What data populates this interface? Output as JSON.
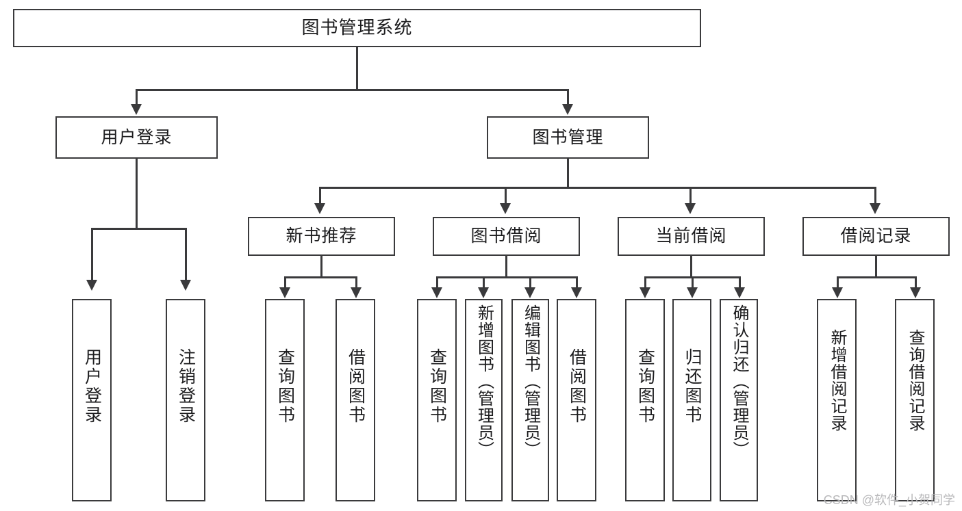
{
  "diagram": {
    "type": "tree-hierarchy",
    "title": "图书管理系统",
    "orientation": "top-down",
    "colors": {
      "stroke": "#3a3a3c",
      "fill": "#ffffff",
      "text": "#1c1c1e",
      "watermark": "#b9b9bb"
    },
    "levels": {
      "root": [
        "图书管理系统"
      ],
      "level2": [
        "用户登录",
        "图书管理"
      ],
      "level3": [
        "新书推荐",
        "图书借阅",
        "当前借阅",
        "借阅记录"
      ],
      "leaves": [
        "用户登录",
        "注销登录",
        "查询图书",
        "借阅图书",
        "查询图书",
        "新增图书（管理员）",
        "编辑图书（管理员）",
        "借阅图书",
        "查询图书",
        "归还图书",
        "确认归还（管理员）",
        "新增借阅记录",
        "查询借阅记录"
      ]
    },
    "edges": [
      {
        "from": "图书管理系统",
        "to": "用户登录"
      },
      {
        "from": "图书管理系统",
        "to": "图书管理"
      },
      {
        "from": "用户登录",
        "to": "用户登录(叶)"
      },
      {
        "from": "用户登录",
        "to": "注销登录"
      },
      {
        "from": "图书管理",
        "to": "新书推荐"
      },
      {
        "from": "图书管理",
        "to": "图书借阅"
      },
      {
        "from": "图书管理",
        "to": "当前借阅"
      },
      {
        "from": "图书管理",
        "to": "借阅记录"
      },
      {
        "from": "新书推荐",
        "to": "查询图书"
      },
      {
        "from": "新书推荐",
        "to": "借阅图书"
      },
      {
        "from": "图书借阅",
        "to": "查询图书"
      },
      {
        "from": "图书借阅",
        "to": "新增图书（管理员）"
      },
      {
        "from": "图书借阅",
        "to": "编辑图书（管理员）"
      },
      {
        "from": "图书借阅",
        "to": "借阅图书"
      },
      {
        "from": "当前借阅",
        "to": "查询图书"
      },
      {
        "from": "当前借阅",
        "to": "归还图书"
      },
      {
        "from": "当前借阅",
        "to": "确认归还（管理员）"
      },
      {
        "from": "借阅记录",
        "to": "新增借阅记录"
      },
      {
        "from": "借阅记录",
        "to": "查询借阅记录"
      }
    ]
  },
  "nodes": {
    "root": {
      "label": "图书管理系统"
    },
    "user_login": {
      "label": "用户登录"
    },
    "book_manage": {
      "label": "图书管理"
    },
    "new_book_rec": {
      "label": "新书推荐"
    },
    "book_borrow": {
      "label": "图书借阅"
    },
    "current_borrow": {
      "label": "当前借阅"
    },
    "borrow_record": {
      "label": "借阅记录"
    },
    "leaf_user_login": {
      "label": "用户登录"
    },
    "leaf_logout": {
      "label": "注销登录"
    },
    "leaf_query_book_1": {
      "label": "查询图书"
    },
    "leaf_borrow_book_1": {
      "label": "借阅图书"
    },
    "leaf_query_book_2": {
      "label": "查询图书"
    },
    "leaf_add_book_admin": {
      "label": "新增图书（管理员）"
    },
    "leaf_edit_book_admin": {
      "label": "编辑图书（管理员）"
    },
    "leaf_borrow_book_2": {
      "label": "借阅图书"
    },
    "leaf_query_book_3": {
      "label": "查询图书"
    },
    "leaf_return_book": {
      "label": "归还图书"
    },
    "leaf_confirm_return_admin": {
      "label": "确认归还（管理员）"
    },
    "leaf_add_borrow_record": {
      "label": "新增借阅记录"
    },
    "leaf_query_borrow_record": {
      "label": "查询借阅记录"
    }
  },
  "watermark": {
    "text": "CSDN @软件_小贺同学"
  }
}
